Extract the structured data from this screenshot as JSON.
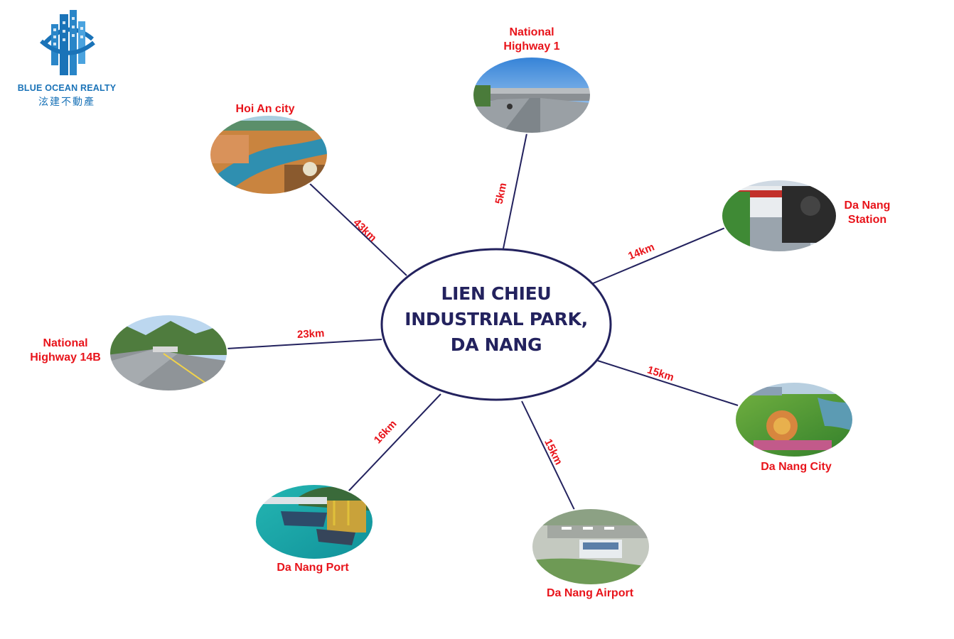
{
  "logo": {
    "name": "BLUE OCEAN REALTY",
    "subtitle": "泫建不動產",
    "colors": {
      "primary": "#1a73b8",
      "light": "#4aa3df"
    }
  },
  "center": {
    "lines": [
      "LIEN CHIEU",
      "INDUSTRIAL PARK,",
      "DA NANG"
    ],
    "colors": {
      "text": "#23225e",
      "border": "#23225e"
    }
  },
  "colors": {
    "label": "#e8141b",
    "connector": "#23225e"
  },
  "destinations": [
    {
      "id": "national-highway-1",
      "label": [
        "National",
        "Highway 1"
      ],
      "distance": "5km",
      "photo": "highway-photo-icon"
    },
    {
      "id": "da-nang-station",
      "label": [
        "Da Nang",
        "Station"
      ],
      "distance": "14km",
      "photo": "train-station-photo-icon"
    },
    {
      "id": "da-nang-city",
      "label": [
        "Da Nang City"
      ],
      "distance": "15km",
      "photo": "city-aerial-photo-icon"
    },
    {
      "id": "da-nang-airport",
      "label": [
        "Da Nang Airport"
      ],
      "distance": "15km",
      "photo": "airport-photo-icon"
    },
    {
      "id": "da-nang-port",
      "label": [
        "Da Nang Port"
      ],
      "distance": "16km",
      "photo": "seaport-photo-icon"
    },
    {
      "id": "national-highway-14b",
      "label": [
        "National",
        "Highway 14B"
      ],
      "distance": "23km",
      "photo": "mountain-road-photo-icon"
    },
    {
      "id": "hoi-an-city",
      "label": [
        "Hoi An city"
      ],
      "distance": "43km",
      "photo": "old-town-aerial-photo-icon"
    }
  ]
}
